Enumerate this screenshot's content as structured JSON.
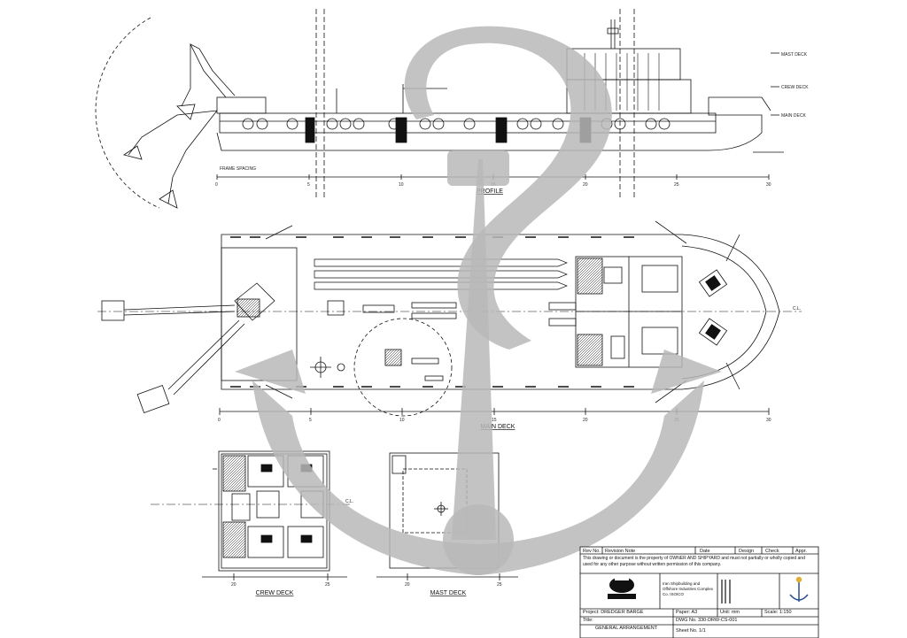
{
  "views": {
    "profile": "PROFILE",
    "main_deck": "MAIN DECK",
    "crew_deck": "CREW DECK",
    "mast_deck": "MAST DECK"
  },
  "profile_levels": [
    "MAST DECK",
    "CREW DECK",
    "MAIN DECK"
  ],
  "profile_ruler_ticks": [
    "0",
    "5",
    "10",
    "15",
    "20",
    "25",
    "30"
  ],
  "main_ruler_ticks": [
    "0",
    "5",
    "10",
    "15",
    "20",
    "25",
    "30"
  ],
  "crew_ruler_ticks": [
    "20",
    "25"
  ],
  "mast_ruler_ticks": [
    "20",
    "25"
  ],
  "center_line_label": "C.L.",
  "frame_label": "FRAME SPACING",
  "title_block": {
    "rev_headers": [
      "Rev No.",
      "Revision Note",
      "Date",
      "Design",
      "Check",
      "Appr."
    ],
    "notice": "This drawing or document is the property of OWNER AND SHIPYARD and must not partially or wholly copied and used for any other purpose without written permission of this company.",
    "shipyard": "Iran Shipbuilding and Offshore Industries Complex Co. ISOICO",
    "project_label": "Project:",
    "project_value": "DREDGER BARGE",
    "paper_label": "Paper:",
    "paper_value": "A3",
    "unit_label": "Unit:",
    "unit_value": "mm",
    "scale_label": "Scale:",
    "scale_value": "1:150",
    "title_label": "Title:",
    "title_value": "GENERAL ARRANGEMENT",
    "dwg_label": "DWG No.",
    "dwg_value": "330-DRW-CS-001",
    "sheet_label": "Sheet No.",
    "sheet_value": "1/1"
  },
  "colors": {
    "line": "#111111",
    "watermark": "#b9b9b9",
    "paper": "#ffffff"
  },
  "watermark_icon": "anchor-icon"
}
